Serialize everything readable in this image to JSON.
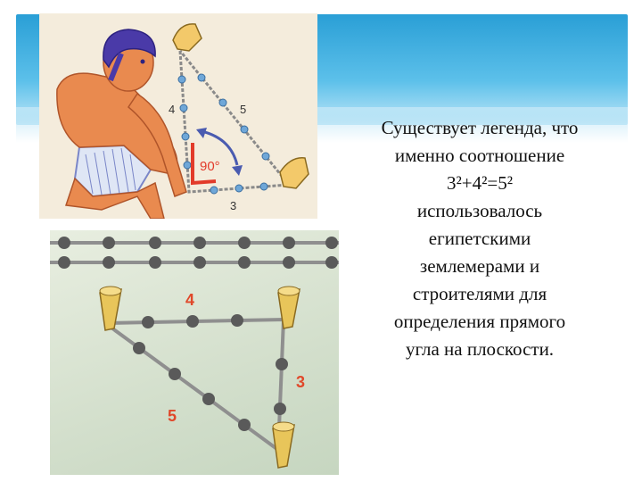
{
  "text_lines": [
    "Существует легенда, что",
    "именно соотношение",
    "3²+4²=5²",
    "использовалось",
    "египетскими",
    "землемерами и",
    "строителями для",
    "определения прямого",
    "угла на плоскости."
  ],
  "top_illustration": {
    "side_a_label": "4",
    "side_b_label": "3",
    "hypotenuse_label": "5",
    "angle_label": "90°"
  },
  "bottom_illustration": {
    "side_top_label": "4",
    "side_right_label": "3",
    "hypotenuse_label": "5",
    "label_color": "#e0482a"
  },
  "colors": {
    "rope": "#9a9a9a",
    "knot": "#6fa7d8",
    "skin": "#e98a4f",
    "hair": "#4a3aa8",
    "right_angle": "#e23b2a"
  }
}
